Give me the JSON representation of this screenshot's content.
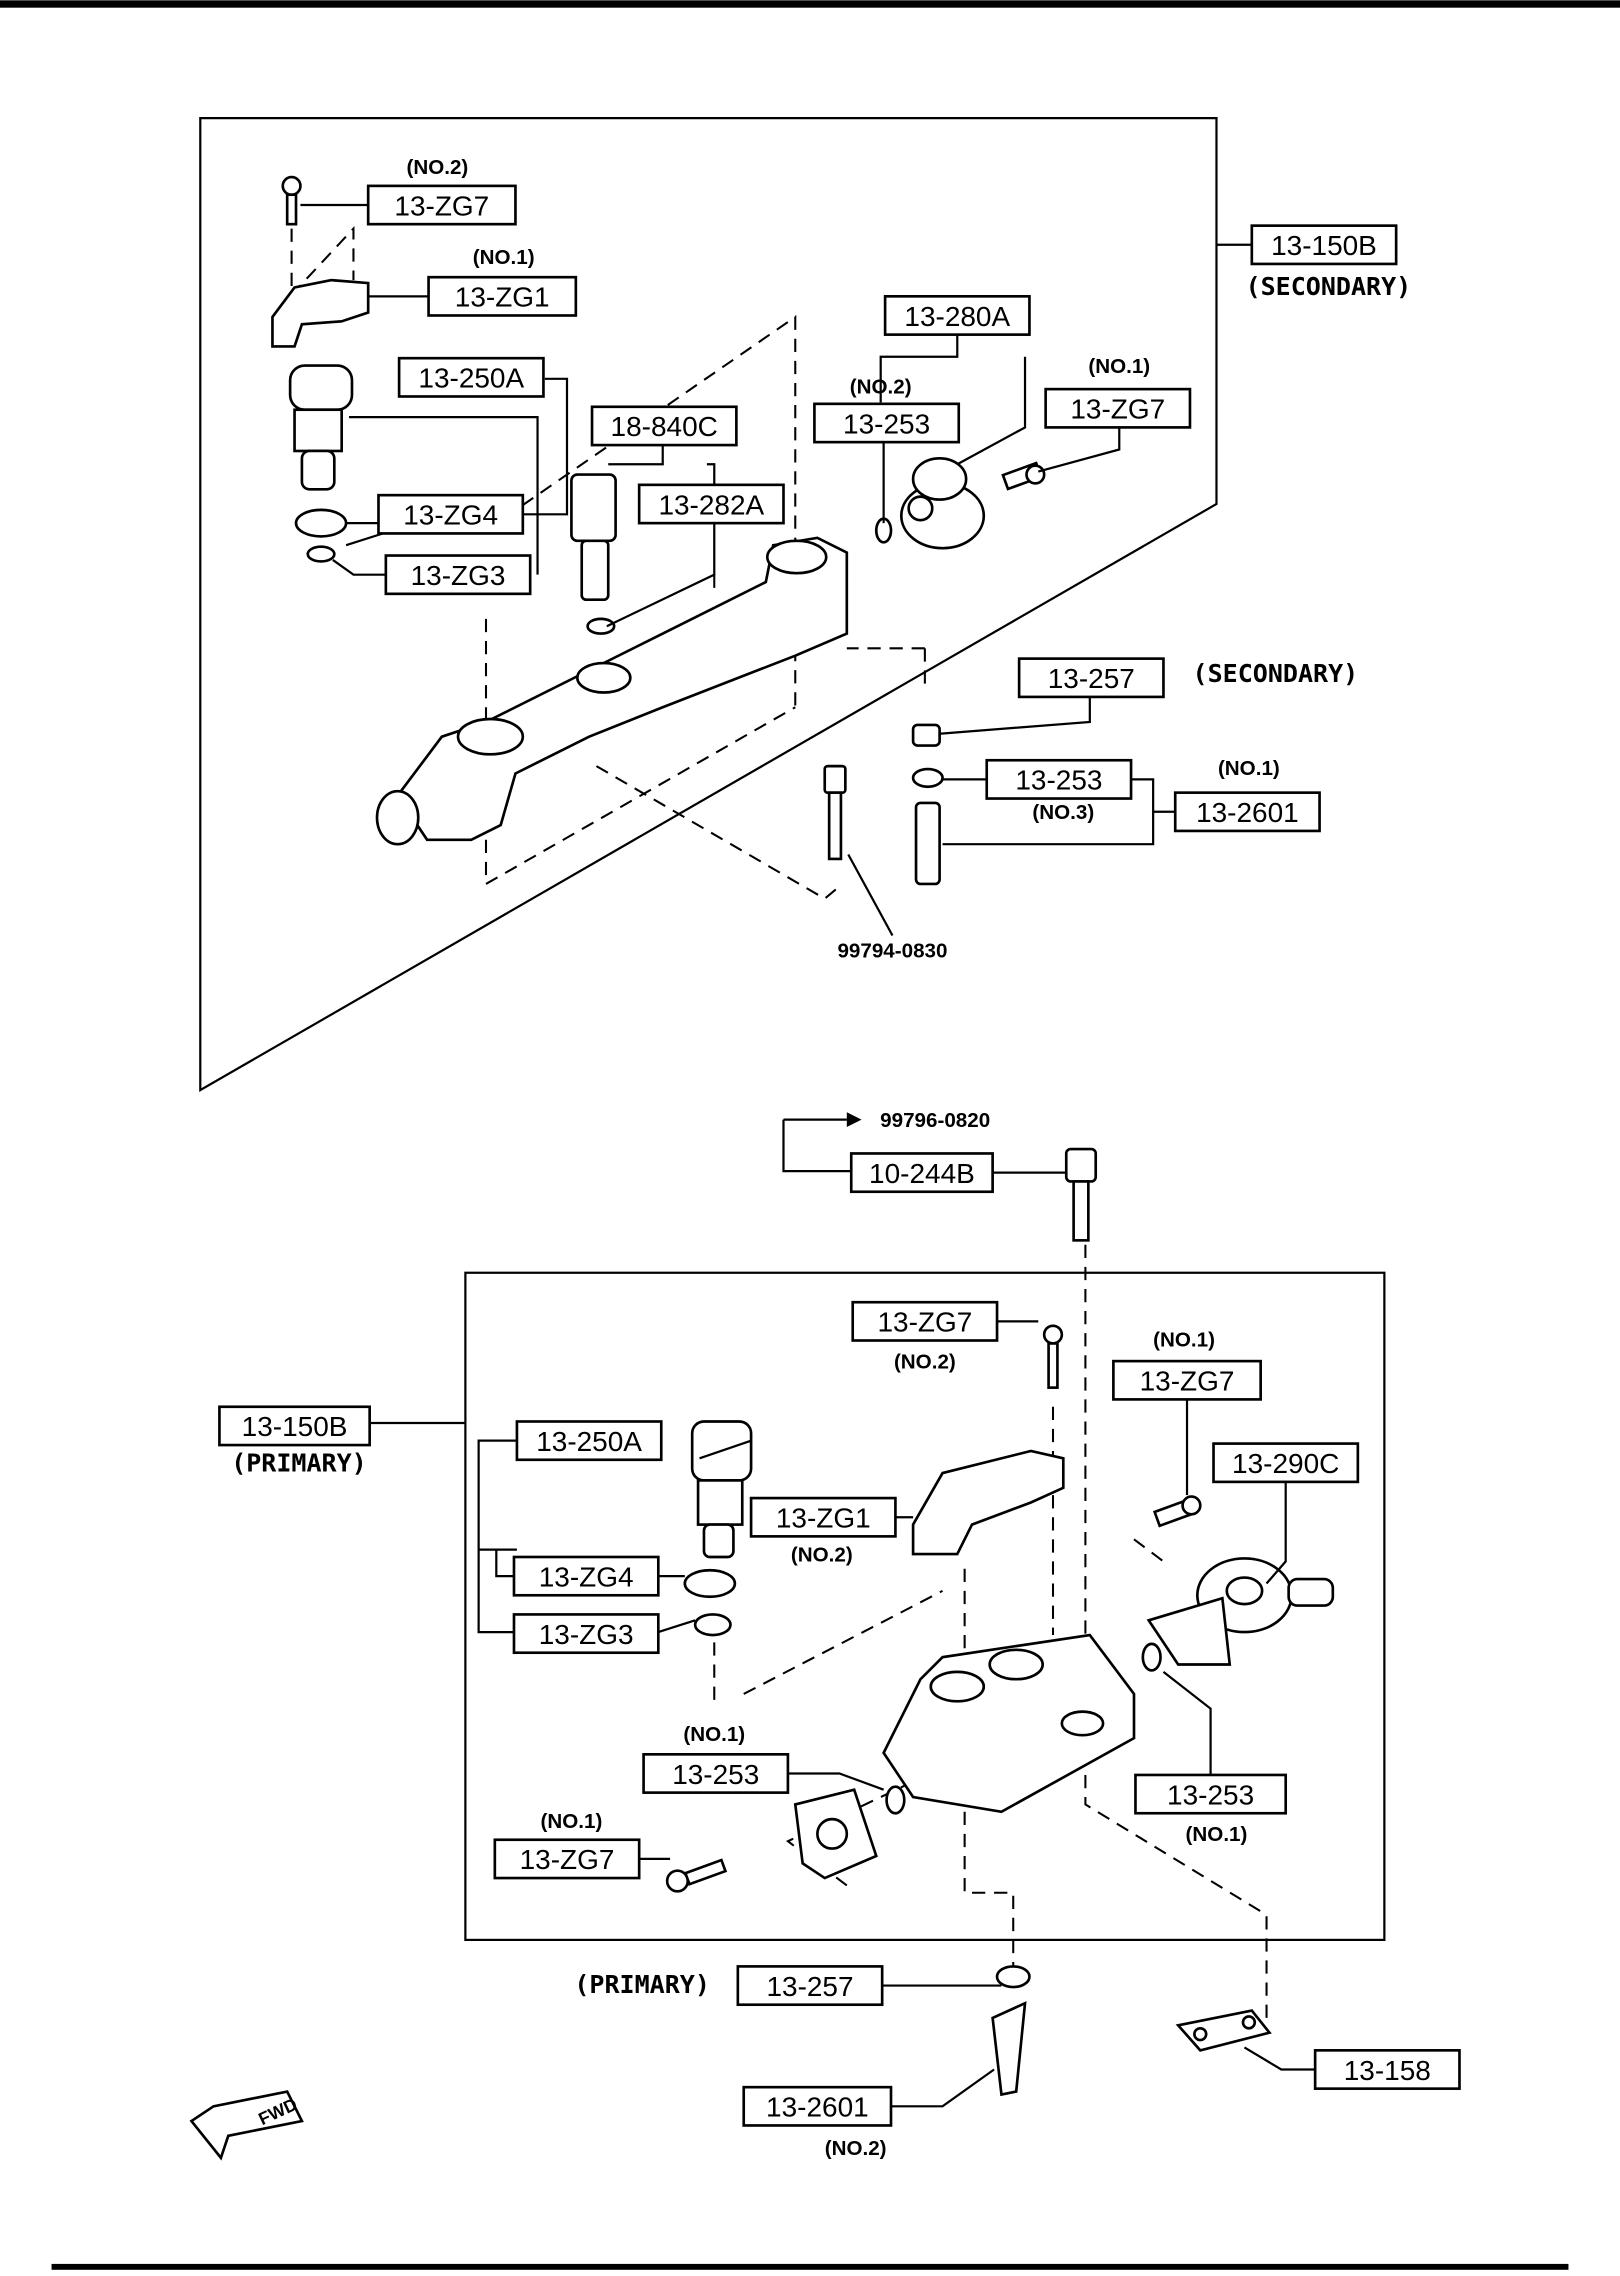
{
  "secondary": {
    "assembly": {
      "part": "13-150B",
      "note": "(SECONDARY)"
    },
    "labels": {
      "zg7_no2": {
        "part": "13-ZG7",
        "note": "(NO.2)"
      },
      "zg1_no1": {
        "part": "13-ZG1",
        "note": "(NO.1)"
      },
      "p280a": {
        "part": "13-280A"
      },
      "p250a": {
        "part": "13-250A"
      },
      "p253_no2": {
        "part": "13-253",
        "note": "(NO.2)"
      },
      "zg7_no1": {
        "part": "13-ZG7",
        "note": "(NO.1)"
      },
      "p840c": {
        "part": "18-840C"
      },
      "p282a": {
        "part": "13-282A"
      },
      "zg4": {
        "part": "13-ZG4"
      },
      "zg3": {
        "part": "13-ZG3"
      },
      "p257": {
        "part": "13-257",
        "note": "(SECONDARY)"
      },
      "p253_no3": {
        "part": "13-253",
        "note": "(NO.3)"
      },
      "p2601_no1": {
        "part": "13-2601",
        "note": "(NO.1)"
      },
      "bolt": {
        "part": "99794-0830"
      }
    }
  },
  "primary": {
    "assembly": {
      "part": "13-150B",
      "note": "(PRIMARY)"
    },
    "labels": {
      "bolt_ref": {
        "part": "99796-0820"
      },
      "p244b": {
        "part": "10-244B"
      },
      "zg7_no2": {
        "part": "13-ZG7",
        "note": "(NO.2)"
      },
      "zg7_no1_top": {
        "part": "13-ZG7",
        "note": "(NO.1)"
      },
      "p250a": {
        "part": "13-250A"
      },
      "p290c": {
        "part": "13-290C"
      },
      "zg1_no2": {
        "part": "13-ZG1",
        "note": "(NO.2)"
      },
      "zg4": {
        "part": "13-ZG4"
      },
      "zg3": {
        "part": "13-ZG3"
      },
      "p253_left": {
        "part": "13-253",
        "note": "(NO.1)"
      },
      "p253_right": {
        "part": "13-253",
        "note": "(NO.1)"
      },
      "zg7_no1_left": {
        "part": "13-ZG7",
        "note": "(NO.1)"
      },
      "p257": {
        "part": "13-257",
        "note": "(PRIMARY)"
      },
      "p2601_no2": {
        "part": "13-2601",
        "note": "(NO.2)"
      },
      "p158": {
        "part": "13-158"
      }
    }
  },
  "fwd_indicator": "FWD"
}
